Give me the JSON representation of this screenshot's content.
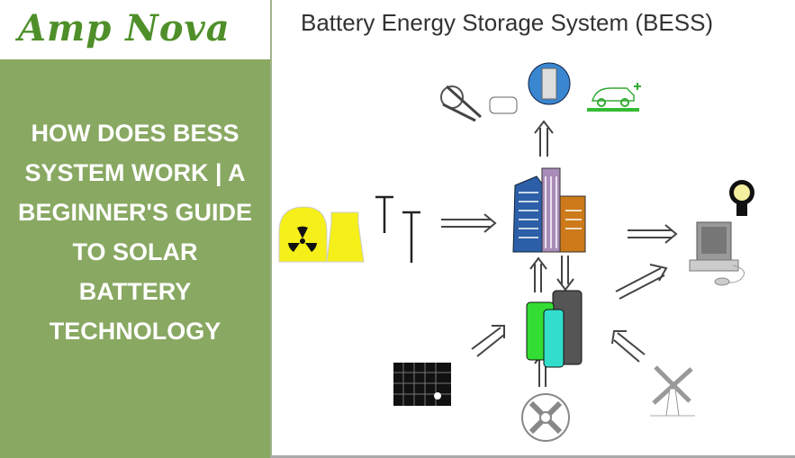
{
  "brand": {
    "name": "Amp Nova",
    "color": "#4f8f2a"
  },
  "headline": "HOW DOES BESS SYSTEM WORK | A BEGINNER'S GUIDE TO SOLAR BATTERY TECHNOLOGY",
  "panel_color": "#89a862",
  "diagram": {
    "title": "Battery Energy Storage System (BESS)",
    "nodes": [
      "nuclear-plant",
      "power-lines",
      "buildings",
      "battery",
      "computer",
      "light-bulb",
      "motor-belt",
      "globe-appliance",
      "electric-car",
      "solar-panel",
      "generator",
      "windmill"
    ]
  }
}
